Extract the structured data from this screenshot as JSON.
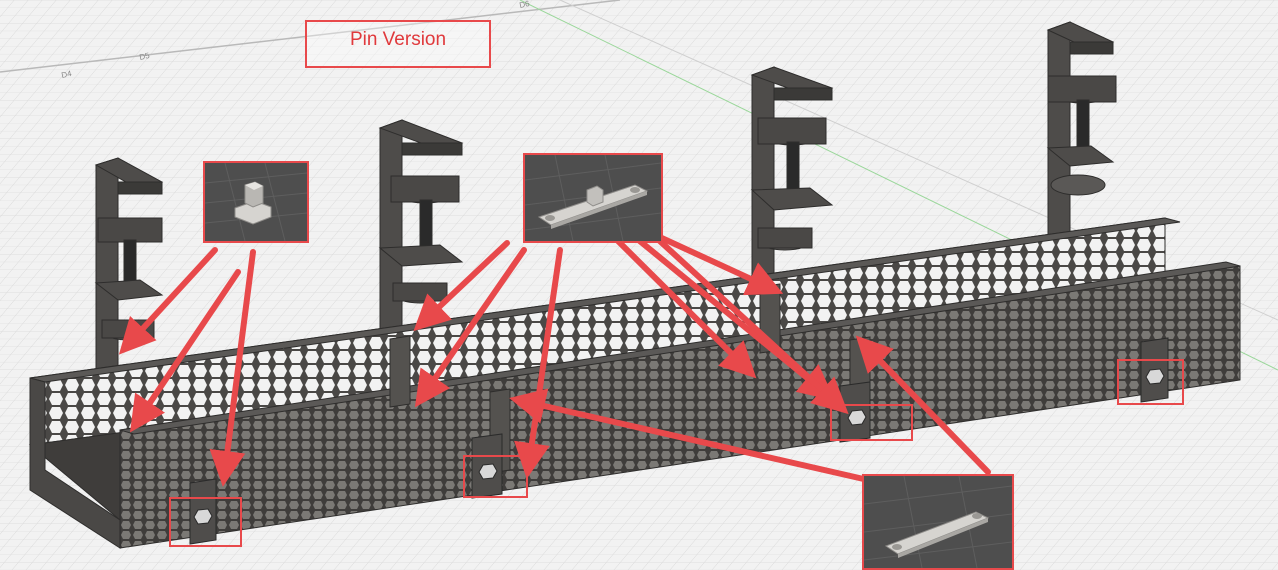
{
  "title_label": "Pin Version",
  "colors": {
    "annotation_red": "#e8494b",
    "grid_background": "#f2f2f2",
    "part_gray": "#4a4846",
    "inset_background": "#4e4e4e"
  },
  "grid_labels": [
    "D4",
    "D5",
    "D6"
  ],
  "icons": [
    "hex-pin",
    "connector-bar-with-pin",
    "connector-bar"
  ]
}
